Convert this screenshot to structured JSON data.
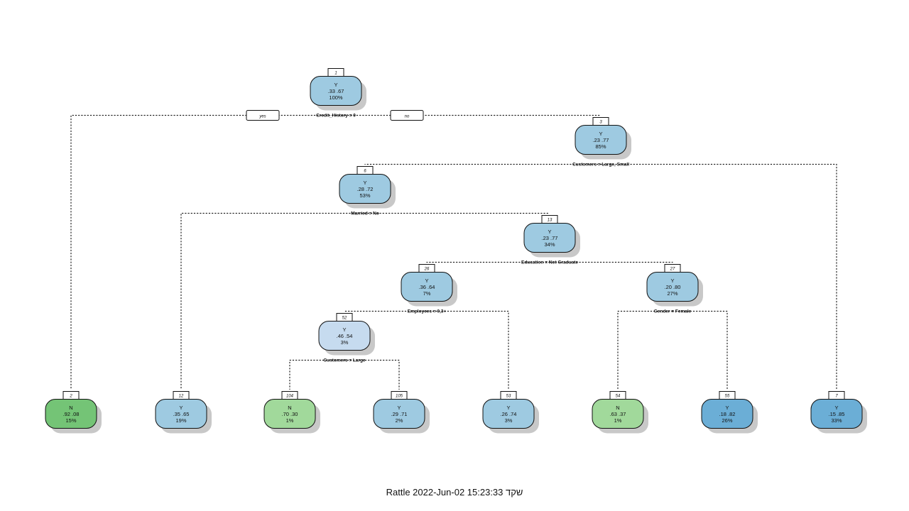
{
  "caption": "Rattle 2022-Jun-02 15:23:33 שקד",
  "branch_labels": {
    "left": "yes",
    "right": "no"
  },
  "colors": {
    "blue_light": "#9ecae1",
    "blue_pale": "#c6dbef",
    "blue_mid": "#6baed6",
    "green_dark": "#74c476",
    "green_light": "#a1d99b",
    "shadow": "#c8c8c8",
    "line": "#222222"
  },
  "nodes": [
    {
      "id": "1",
      "cls": "Y",
      "probs": ".33  .67",
      "pct": "100%",
      "split": "Credit_History = 0",
      "fill": "blue_light"
    },
    {
      "id": "2",
      "cls": "N",
      "probs": ".92  .08",
      "pct": "15%",
      "split": "",
      "fill": "green_dark"
    },
    {
      "id": "3",
      "cls": "Y",
      "probs": ".23  .77",
      "pct": "85%",
      "split": "Customers = Large, Small",
      "fill": "blue_light"
    },
    {
      "id": "6",
      "cls": "Y",
      "probs": ".28  .72",
      "pct": "53%",
      "split": "Married = No",
      "fill": "blue_light"
    },
    {
      "id": "7",
      "cls": "Y",
      "probs": ".15  .85",
      "pct": "33%",
      "split": "",
      "fill": "blue_mid"
    },
    {
      "id": "12",
      "cls": "Y",
      "probs": ".35  .65",
      "pct": "19%",
      "split": "",
      "fill": "blue_light"
    },
    {
      "id": "13",
      "cls": "Y",
      "probs": ".23  .77",
      "pct": "34%",
      "split": "Education = Not Graduate",
      "fill": "blue_light"
    },
    {
      "id": "26",
      "cls": "Y",
      "probs": ".36  .64",
      "pct": "7%",
      "split": "Employees = 0,3+",
      "fill": "blue_light"
    },
    {
      "id": "27",
      "cls": "Y",
      "probs": ".20  .80",
      "pct": "27%",
      "split": "Gender = Female",
      "fill": "blue_light"
    },
    {
      "id": "52",
      "cls": "Y",
      "probs": ".46  .54",
      "pct": "3%",
      "split": "Customers = Large",
      "fill": "blue_pale"
    },
    {
      "id": "53",
      "cls": "Y",
      "probs": ".26  .74",
      "pct": "3%",
      "split": "",
      "fill": "blue_light"
    },
    {
      "id": "54",
      "cls": "N",
      "probs": ".63  .37",
      "pct": "1%",
      "split": "",
      "fill": "green_light"
    },
    {
      "id": "55",
      "cls": "Y",
      "probs": ".18  .82",
      "pct": "26%",
      "split": "",
      "fill": "blue_mid"
    },
    {
      "id": "104",
      "cls": "N",
      "probs": ".70  .30",
      "pct": "1%",
      "split": "",
      "fill": "green_light"
    },
    {
      "id": "105",
      "cls": "Y",
      "probs": ".29  .71",
      "pct": "2%",
      "split": "",
      "fill": "blue_light"
    }
  ],
  "edges": [
    [
      "1",
      "2"
    ],
    [
      "1",
      "3"
    ],
    [
      "3",
      "6"
    ],
    [
      "3",
      "7"
    ],
    [
      "6",
      "12"
    ],
    [
      "6",
      "13"
    ],
    [
      "13",
      "26"
    ],
    [
      "13",
      "27"
    ],
    [
      "26",
      "52"
    ],
    [
      "26",
      "53"
    ],
    [
      "27",
      "54"
    ],
    [
      "27",
      "55"
    ],
    [
      "52",
      "104"
    ],
    [
      "52",
      "105"
    ]
  ]
}
